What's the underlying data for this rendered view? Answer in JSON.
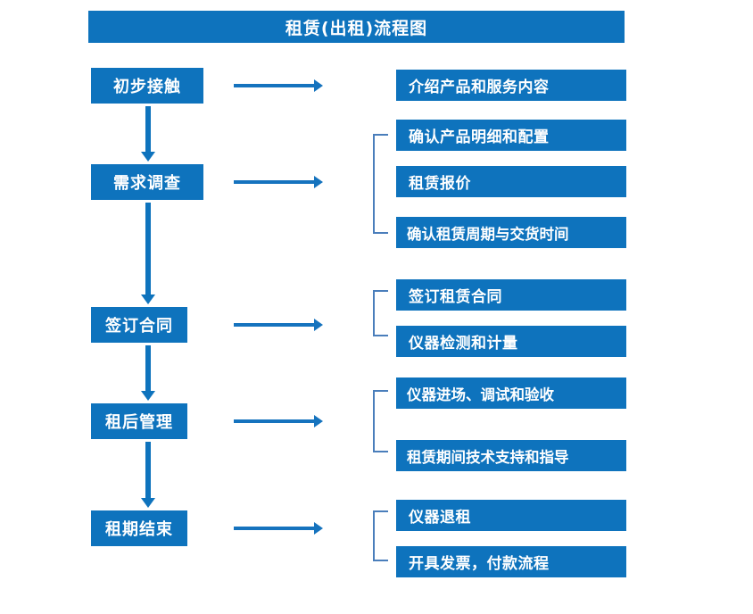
{
  "title": "租赁(出租)流程图",
  "colors": {
    "box_blue": "#0e73bd",
    "arrow_blue": "#1573be",
    "bracket_blue": "#4a7ebb",
    "text_white": "#ffffff",
    "background": "#ffffff"
  },
  "stages": [
    {
      "label": "初步接触"
    },
    {
      "label": "需求调查"
    },
    {
      "label": "签订合同"
    },
    {
      "label": "租后管理"
    },
    {
      "label": "租期结束"
    }
  ],
  "details": [
    {
      "label": "介绍产品和服务内容"
    },
    {
      "label": "确认产品明细和配置"
    },
    {
      "label": "租赁报价"
    },
    {
      "label": "确认租赁周期与交货时间"
    },
    {
      "label": "签订租赁合同"
    },
    {
      "label": "仪器检测和计量"
    },
    {
      "label": "仪器进场、调试和验收"
    },
    {
      "label": "租赁期间技术支持和指导"
    },
    {
      "label": "仪器退租"
    },
    {
      "label": "开具发票，付款流程"
    }
  ],
  "icons": {
    "down_arrow": "down-arrow-icon",
    "right_arrow": "right-arrow-icon",
    "group_bracket": "group-bracket-icon"
  }
}
